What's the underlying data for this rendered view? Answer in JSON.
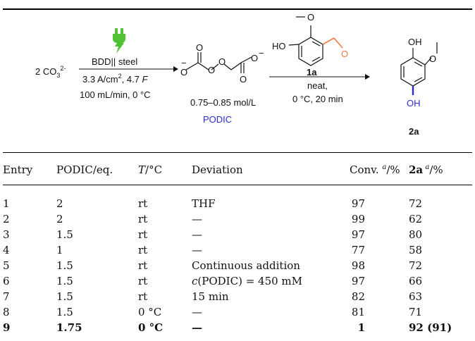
{
  "scheme": {
    "reactant": "2 CO",
    "reactant_sub": "3",
    "reactant_sup": "2-",
    "electrode": "BDD|| steel",
    "current": "3.3 A/cm",
    "current_sup": "2",
    "charge": ", 4.7 ",
    "charge_unit": "F",
    "flow": "100 mL/min, 0 °C",
    "concentration": "0.75–0.85 mol/L",
    "reagent_name": "PODIC",
    "substrate_label": "1a",
    "condition_1": "neat,",
    "condition_2": "0 °C, 20 min",
    "product_label": "2a",
    "atom_o": "O",
    "atom_oh": "OH",
    "atom_ho": "HO",
    "atom_minus": "−"
  },
  "table": {
    "headers": {
      "entry": "Entry",
      "podic": "PODIC/eq.",
      "temp_italic": "T",
      "temp_unit": "/°C",
      "deviation": "Deviation",
      "conv": "Conv. ",
      "conv_sup": "a",
      "conv_unit": "/%",
      "yield_bold": "2a",
      "yield_sup": "a",
      "yield_unit": "/%"
    },
    "rows": [
      {
        "entry": "1",
        "podic": "2",
        "temp": "rt",
        "deviation": "THF",
        "conv": "97",
        "yield": "72"
      },
      {
        "entry": "2",
        "podic": "2",
        "temp": "rt",
        "deviation": "—",
        "conv": "99",
        "yield": "62"
      },
      {
        "entry": "3",
        "podic": "1.5",
        "temp": "rt",
        "deviation": "—",
        "conv": "97",
        "yield": "80"
      },
      {
        "entry": "4",
        "podic": "1",
        "temp": "rt",
        "deviation": "—",
        "conv": "77",
        "yield": "58"
      },
      {
        "entry": "5",
        "podic": "1.5",
        "temp": "rt",
        "deviation": "Continuous addition",
        "conv": "98",
        "yield": "72"
      },
      {
        "entry": "6",
        "podic": "1.5",
        "temp": "rt",
        "deviation_italic": "c",
        "deviation": "(PODIC) = 450 mM",
        "conv": "97",
        "yield": "66"
      },
      {
        "entry": "7",
        "podic": "1.5",
        "temp": "rt",
        "deviation": "15 min",
        "conv": "82",
        "yield": "63"
      },
      {
        "entry": "8",
        "podic": "1.5",
        "temp": "0 °C",
        "deviation": "—",
        "conv": "81",
        "yield": "71"
      },
      {
        "entry": "9",
        "podic": "1.75",
        "temp": "0 °C",
        "deviation": "—",
        "conv": "1",
        "yield": "92 (91)",
        "bold": true
      }
    ]
  },
  "colors": {
    "plug": "#4fc236",
    "aldehyde": "#f07b3f",
    "podic_label": "#2b2bd6",
    "text": "#111111"
  }
}
